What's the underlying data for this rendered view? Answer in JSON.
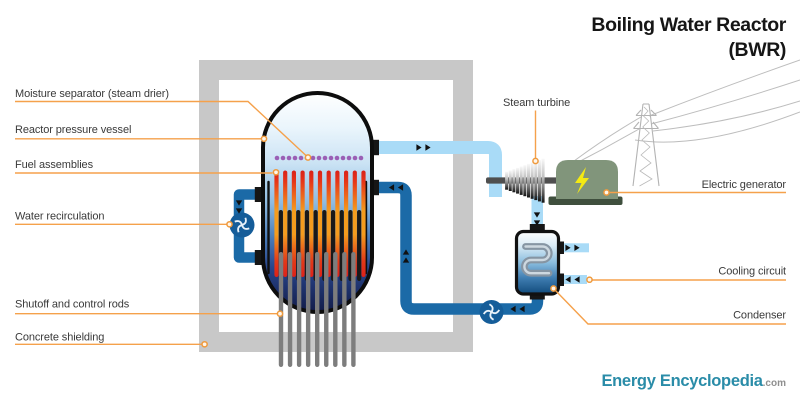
{
  "title": {
    "line1": "Boiling Water Reactor",
    "line2": "(BWR)"
  },
  "component_labels": {
    "moisture_separator": "Moisture separator (steam drier)",
    "reactor_pressure_vessel": "Reactor pressure vessel",
    "fuel_assemblies": "Fuel assemblies",
    "water_recirculation": "Water recirculation",
    "shutoff_and_control_rods": "Shutoff and control rods",
    "concrete_shielding": "Concrete shielding",
    "steam_turbine": "Steam turbine",
    "electric_generator": "Electric generator",
    "cooling_circuit": "Cooling circuit",
    "condenser": "Condenser"
  },
  "branding": {
    "name_part1": "Energy ",
    "name_part2": "Encyclopedia",
    "domain_suffix": ".com"
  },
  "icons": {
    "pump": "impeller-swirl-in-circle",
    "generator_symbol": "lightning-bolt",
    "flow_direction": "black-triangle-arrows",
    "power_grid": "transmission-tower-with-wires"
  },
  "colors": {
    "steam_pipe": "#a9dbf7",
    "water_pipe": "#1b6aa7",
    "pump": "#155d99",
    "concrete": "#c8c8c8",
    "leader_line": "#f5a14b",
    "fuel_rod_hot": "#f49c1e",
    "fuel_rod_tip": "#de231c",
    "control_rod_gray": "#7d7d7d",
    "moisture_separator_dots": "#9a5fb5",
    "generator_body": "#81957b",
    "generator_base": "#3f4f3d",
    "lightning_bolt": "#f4ea12",
    "vessel_top": "#ffffff",
    "vessel_bottom": "#131c49",
    "turbine_shaft": "#4f4f4f",
    "logo_teal": "#2a8ca8",
    "logo_gray": "#8f8f8f",
    "title_text": "#161616",
    "label_text": "#3a3a3a"
  }
}
